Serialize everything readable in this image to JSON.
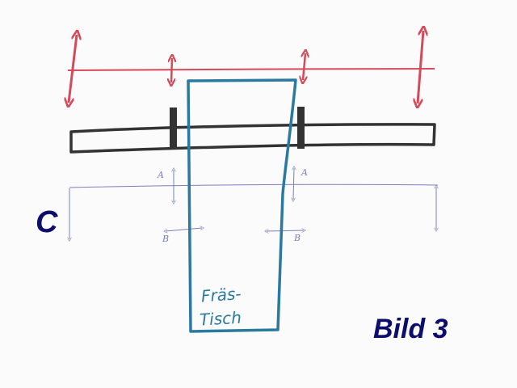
{
  "labels": {
    "c": "C",
    "figure": "Bild 3",
    "table_line1": "Fräs-",
    "table_line2": "Tisch",
    "marker_a": "A",
    "marker_b": "B"
  },
  "colors": {
    "red": "#d44a5a",
    "bar": "#333333",
    "table": "#2a7aa0",
    "thin": "#7a80b8",
    "text": "#0d0d6b"
  }
}
